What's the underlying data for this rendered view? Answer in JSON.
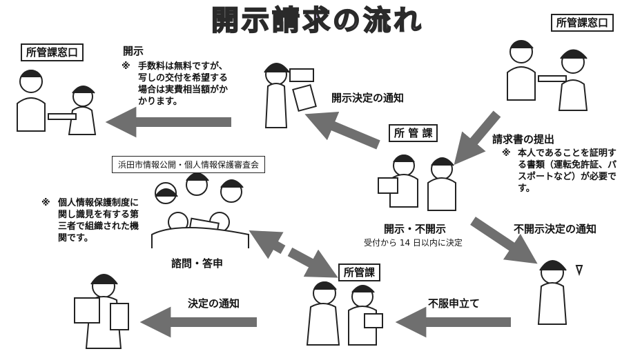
{
  "title": "開示請求の流れ",
  "nodes": {
    "window_top_left": "所管課窓口",
    "window_top_right": "所管課窓口",
    "dept_center": "所 管 課",
    "dept_bottom": "所管課",
    "council": "浜田市情報公開・個人情報保護審査会"
  },
  "labels": {
    "disclosure": "開示",
    "disclosure_note_mark": "※",
    "disclosure_note": "手数料は無料ですが、写しの交付を希望する場合は実費相当額がかかります。",
    "decision_notice_disclose": "開示決定の通知",
    "submit_request": "請求書の提出",
    "submit_note_mark": "※",
    "submit_note": "本人であることを証明する書類（運転免許証、パスポートなど）が必要です。",
    "disclose_or_not": "開示・不開示",
    "decide_within": "受付から 14 日以内に決定",
    "nondisclosure_notice": "不開示決定の通知",
    "council_note_mark": "※",
    "council_note": "個人情報保護制度に関し識見を有する第三者で組織された機関です。",
    "consult_reply": "諮問・答申",
    "decision_notice": "決定の通知",
    "objection": "不服申立て"
  },
  "colors": {
    "arrow": "#6f6f6f",
    "title_fill": "#c9b3dd",
    "outline": "#222222"
  }
}
